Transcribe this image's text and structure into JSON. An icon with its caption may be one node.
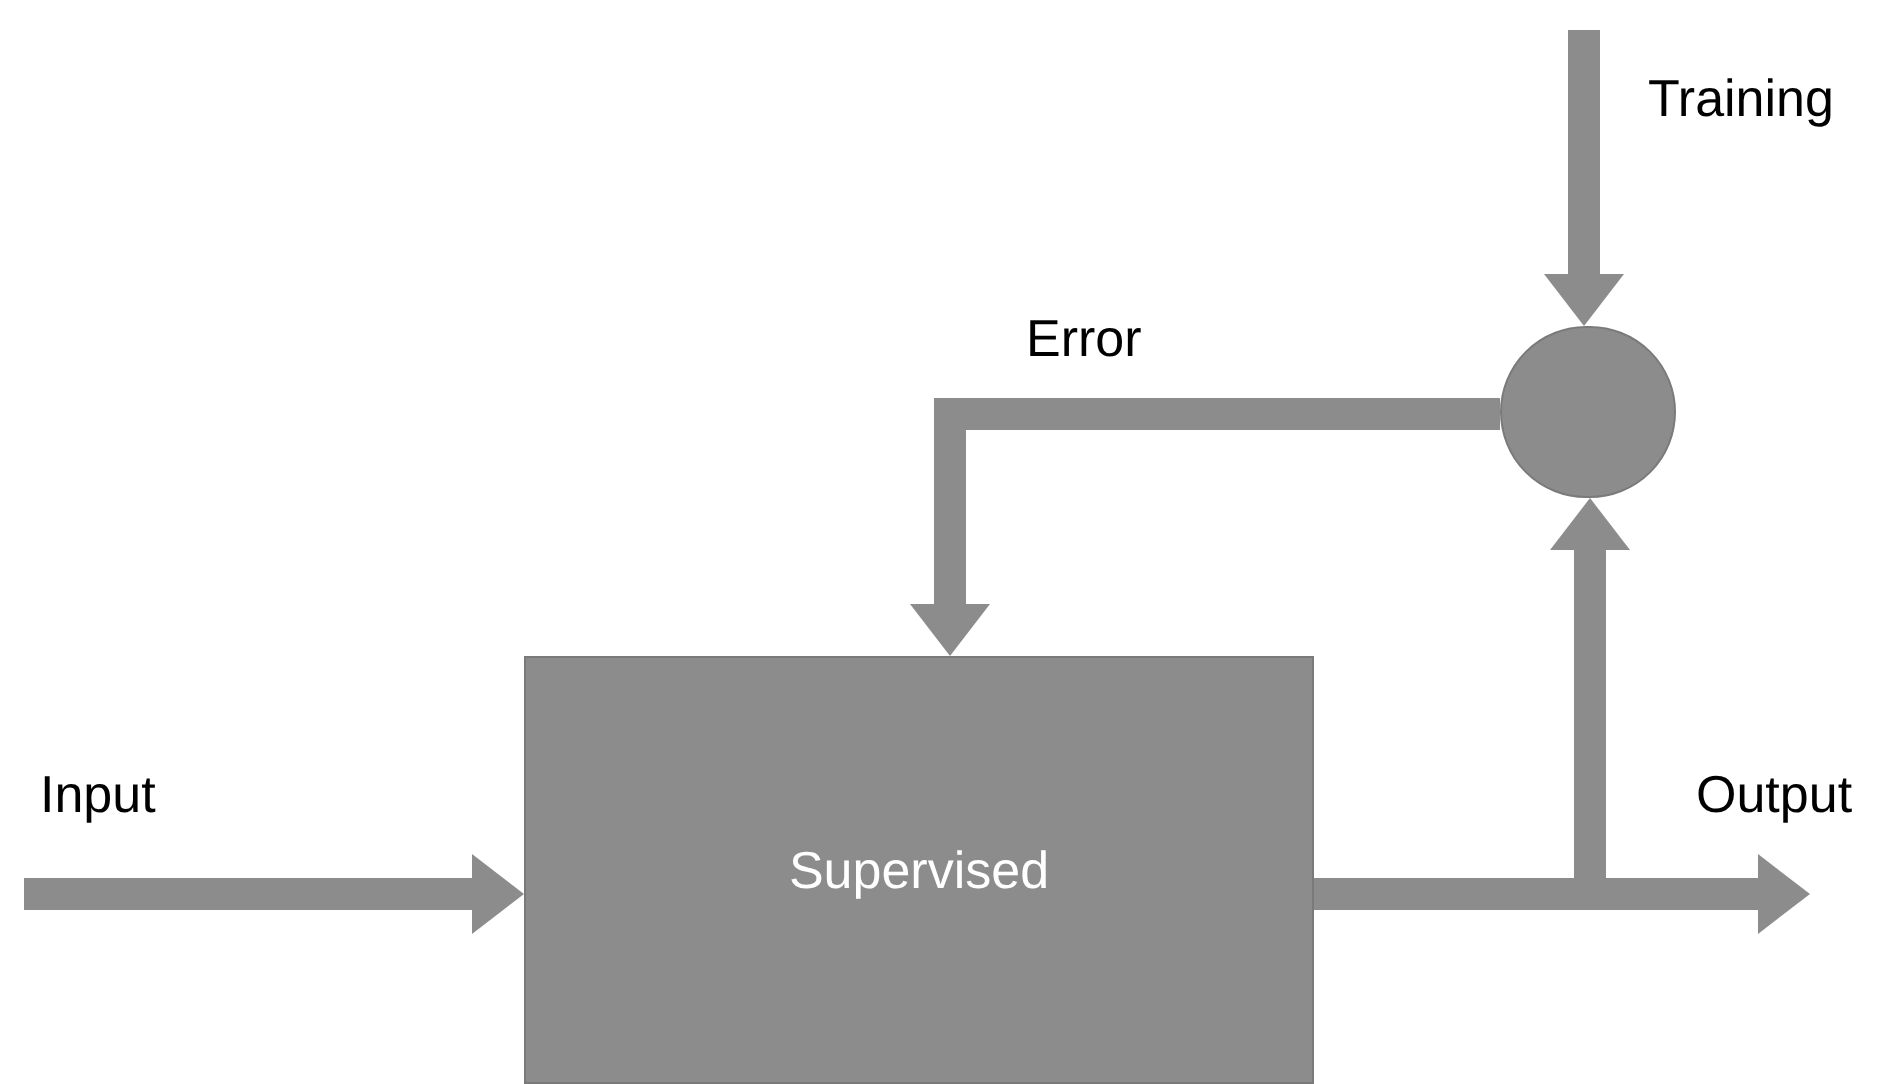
{
  "diagram": {
    "nodes": [
      {
        "text": [
          "Supervised"
        ]
      },
      {
        "text": [],
        "shape": "circle"
      }
    ],
    "edges": [
      {
        "from": null,
        "to": 0,
        "arrow": "to",
        "label": "Input"
      },
      {
        "from": 0,
        "to": null,
        "arrow": "to",
        "label": "Output"
      },
      {
        "from": null,
        "to": 1,
        "arrow": "to",
        "label": "Training"
      },
      {
        "from": 1,
        "to": 0,
        "arrow": "to",
        "label": "Error"
      },
      {
        "from": 0,
        "to": 1,
        "arrow": "to"
      }
    ]
  }
}
